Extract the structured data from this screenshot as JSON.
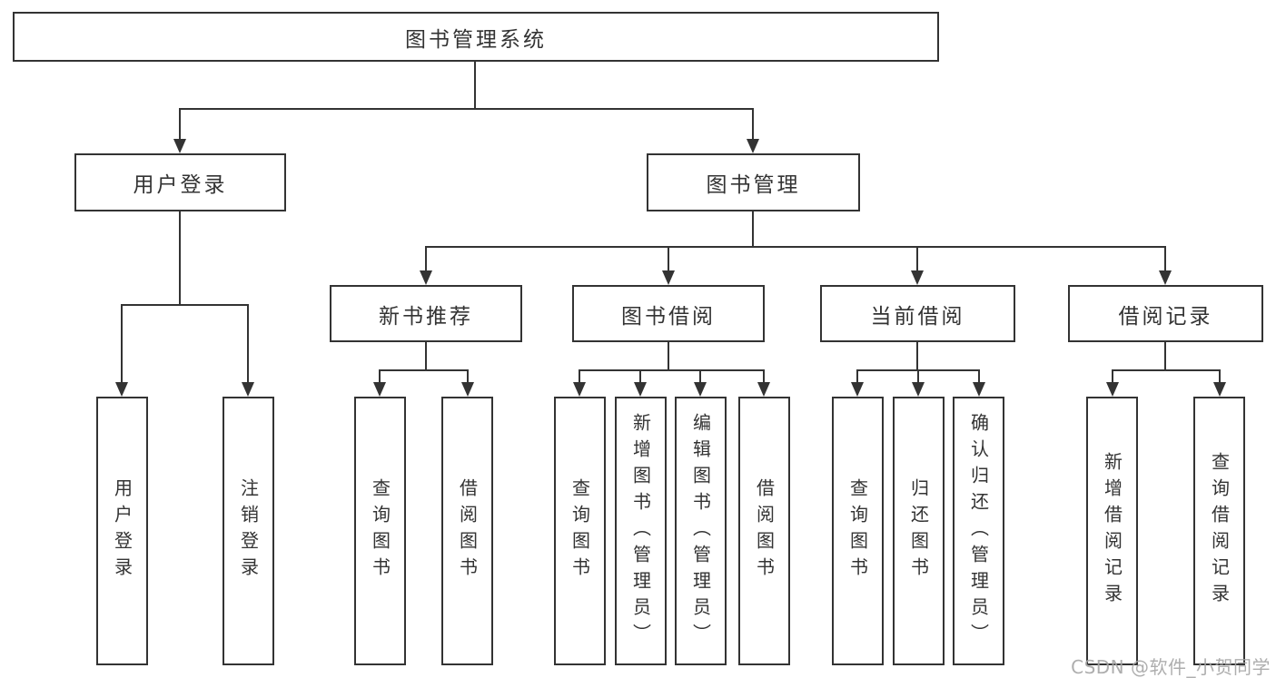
{
  "tree": {
    "root": "图书管理系统",
    "branches": [
      {
        "label": "用户登录",
        "children": [
          "用户登录",
          "注销登录"
        ]
      },
      {
        "label": "图书管理",
        "groups": [
          {
            "label": "新书推荐",
            "children": [
              "查询图书",
              "借阅图书"
            ]
          },
          {
            "label": "图书借阅",
            "children": [
              "查询图书",
              "新增图书（管理员）",
              "编辑图书（管理员）",
              "借阅图书"
            ]
          },
          {
            "label": "当前借阅",
            "children": [
              "查询图书",
              "归还图书",
              "确认归还（管理员）"
            ]
          },
          {
            "label": "借阅记录",
            "children": [
              "新增借阅记录",
              "查询借阅记录"
            ]
          }
        ]
      }
    ]
  },
  "watermark": {
    "text": "CSDN @软件_小贺同学"
  },
  "colors": {
    "line": "#333333",
    "box_border": "#333333",
    "text": "#333333",
    "watermark": "#a5a5a5",
    "background": "#ffffff"
  }
}
